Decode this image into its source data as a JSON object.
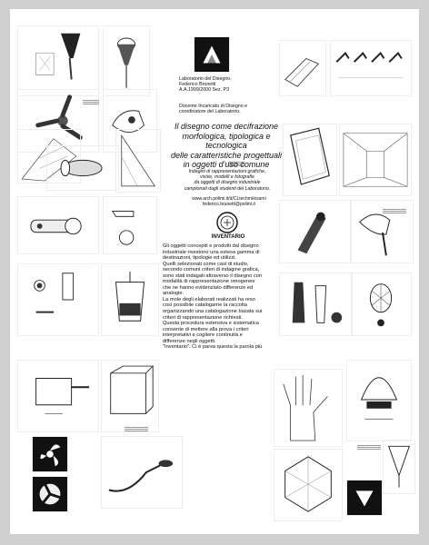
{
  "header": {
    "lab_lines": [
      "Laboratorio del Disegno,",
      "Federico Brunetti",
      "A.A.1999/2000 Sez. P3"
    ],
    "incarico_lines": [
      "Docente Incaricato di Disegno e",
      "coordinatore del Laboratorio."
    ]
  },
  "title_lines": [
    "Il disegno come decifrazione",
    "morfologica, tipologica e",
    "tecnologica",
    "delle caratteristiche progettuali",
    "in oggetti d'uso comune"
  ],
  "subtitle_lines": [
    "Indagini di rappresentazioni grafiche,",
    "visive, modelli e fotografie",
    "da oggetti di disegno industriale",
    "campionati dagli studenti del Laboratorio."
  ],
  "links": [
    "www.arch.polimi.it/d/CLtechmi/esami",
    "federico.brunetti@polimi.it"
  ],
  "inventario_label": "INVENTARIO",
  "body_lines": [
    "Gli oggetti concepiti e prodotti dal disegno",
    "industriale rivestono una estesa gamma di",
    "destinazioni, tipologie ed utilizzi.",
    "Quelli selezionati come casi di studio,",
    "secondo comuni criteri di indagine grafica,",
    "sono stati indagati attraverso il disegno con",
    "modalità di rappresentazione omogenee",
    "che ne hanno evidenziato differenze ed",
    "analogie.",
    "La mole degli elaborati realizzati ha reso",
    "così possibile catalogarne la raccolta",
    "organizzando una catalogazione basata sui",
    "criteri di rappresentazione richiesti.",
    "Questa procedura estensiva e sistematica",
    "consente di mettere alla prova i criteri",
    "interpretativi e cogliere continuità e",
    "differenze negli oggetti."
  ],
  "closing_line": "\"Inventario\". Ci è parsa questa la parola più"
}
